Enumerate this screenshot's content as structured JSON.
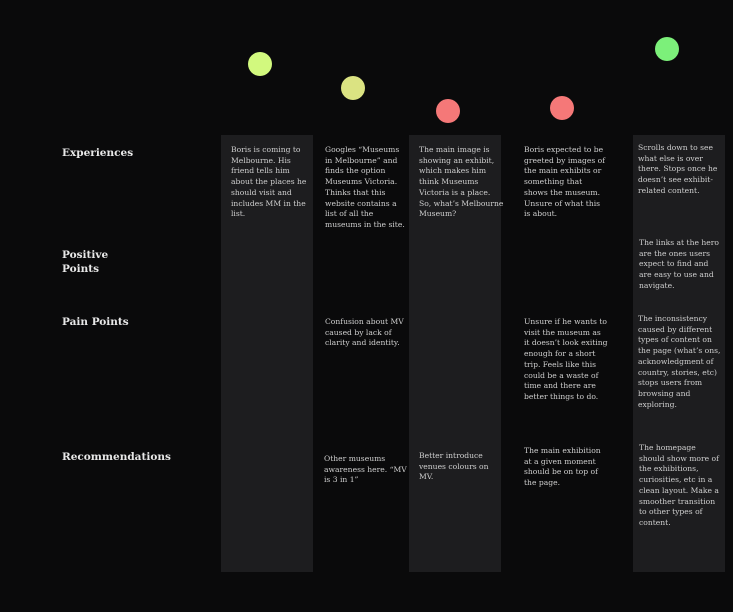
{
  "rows": {
    "experiences": "Experiences",
    "positive": [
      "Positive",
      "Points"
    ],
    "pain": "Pain Points",
    "recommendations": "Recommendations"
  },
  "sentiment": [
    {
      "stage": 1,
      "color": "#d2f97e"
    },
    {
      "stage": 2,
      "color": "#dbe382"
    },
    {
      "stage": 3,
      "color": "#f57878"
    },
    {
      "stage": 4,
      "color": "#f57878"
    },
    {
      "stage": 5,
      "color": "#7cf07a"
    }
  ],
  "cells": {
    "s1_experience": [
      "Boris is coming to",
      "Melbourne. His",
      "friend tells him",
      "about the places he",
      "should visit and",
      "includes MM in the",
      "list."
    ],
    "s2_experience": [
      "Googles “Museums",
      "in Melbourne” and",
      "finds the option",
      "Museums Victoria.",
      "Thinks that this",
      "website contains a",
      "list of all the",
      "museums in the site."
    ],
    "s3_experience": [
      "The main image is",
      "showing an exhibit,",
      "which makes him",
      "think Museums",
      "Victoria is a place.",
      "So, what’s Melbourne",
      "Museum?"
    ],
    "s4_experience": [
      "Boris expected to be",
      "greeted by images of",
      "the main exhibits or",
      "something that",
      "shows the museum.",
      "Unsure of what this",
      "is about."
    ],
    "s5_experience": [
      "Scrolls down to see",
      "what else is over",
      "there. Stops once he",
      "doesn’t see exhibit-",
      "related content."
    ],
    "s5_positive": [
      "The links at the hero",
      "are the ones users",
      "expect to find and",
      "are easy to use and",
      "navigate."
    ],
    "s2_pain": [
      "Confusion about MV",
      "caused by lack of",
      "clarity and identity."
    ],
    "s4_pain": [
      "Unsure if he wants to",
      "visit the museum as",
      "it doesn’t look exiting",
      "enough for a short",
      "trip. Feels like this",
      "could be a waste of",
      "time and there are",
      "better things to do."
    ],
    "s5_pain": [
      "The inconsistency",
      "caused by different",
      "types of content on",
      "the page (what’s ons,",
      "acknowledgment of",
      "country, stories, etc)",
      "stops users from",
      "browsing and",
      "exploring."
    ],
    "s2_rec": [
      "Other museums",
      "awareness here. “MV",
      "is 3 in 1”"
    ],
    "s3_rec": [
      "Better introduce",
      "venues colours on",
      "MV."
    ],
    "s4_rec": [
      "The main exhibition",
      "at a given moment",
      "should be on top of",
      "the page."
    ],
    "s5_rec": [
      "The homepage",
      "should show more of",
      "the exhibitions,",
      "curiosities, etc in a",
      "clean layout. Make a",
      "smoother transition",
      "to other types of",
      "content."
    ]
  }
}
